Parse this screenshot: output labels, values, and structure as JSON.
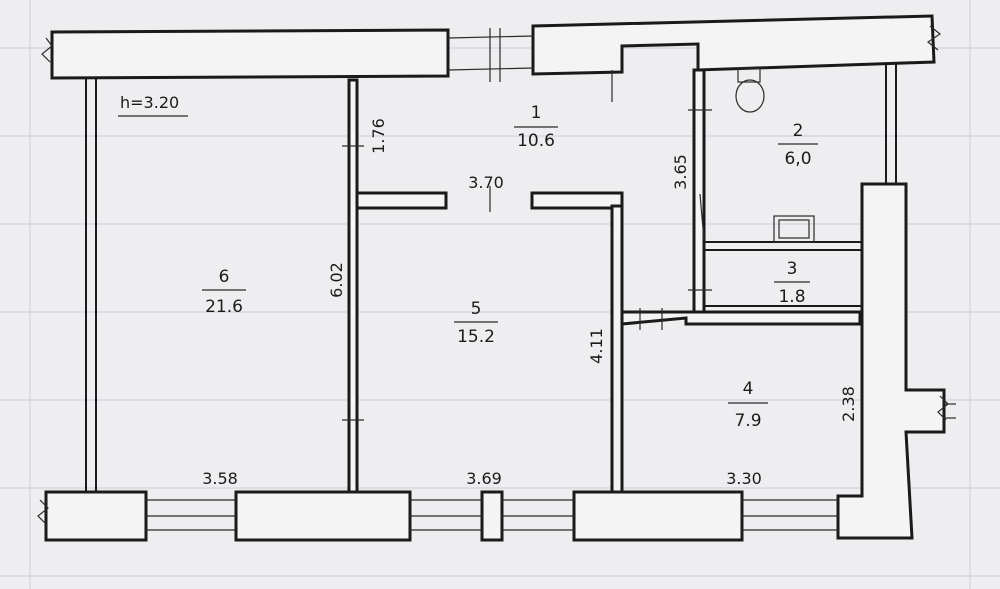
{
  "ceiling_height": "h=3.20",
  "rooms": [
    {
      "number": "1",
      "area": "10.6"
    },
    {
      "number": "2",
      "area": "6,0"
    },
    {
      "number": "3",
      "area": "1.8"
    },
    {
      "number": "4",
      "area": "7.9"
    },
    {
      "number": "5",
      "area": "15.2"
    },
    {
      "number": "6",
      "area": "21.6"
    }
  ],
  "dimensions": {
    "d_176": "1.76",
    "d_370": "3.70",
    "d_365": "3.65",
    "d_602": "6.02",
    "d_411": "4.11",
    "d_238": "2.38",
    "d_358": "3.58",
    "d_369": "3.69",
    "d_330": "3.30"
  }
}
